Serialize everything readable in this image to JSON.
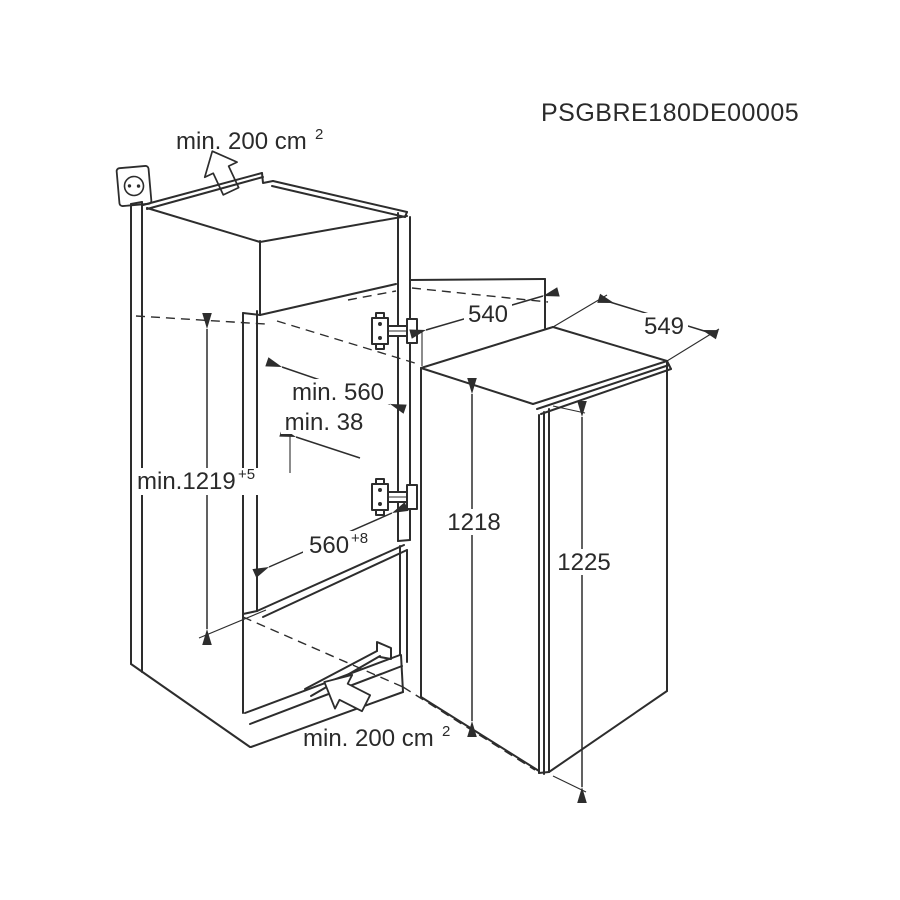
{
  "title": "PSGBRE180DE00005",
  "colors": {
    "line": "#2d2d2d",
    "text": "#2a2a2a",
    "background": "#ffffff"
  },
  "vents": {
    "top": {
      "label": "min. 200 cm",
      "sup": "2"
    },
    "bottom": {
      "label": "min. 200 cm",
      "sup": "2"
    }
  },
  "dimensions": {
    "door_width": {
      "value": "540"
    },
    "appliance_depth": {
      "value": "549"
    },
    "niche_depth": {
      "value": "min. 560"
    },
    "hinge_gap": {
      "value": "min. 38"
    },
    "niche_height": {
      "value": "min.1219",
      "sup": "+5"
    },
    "niche_width": {
      "value": "560",
      "sup": "+8"
    },
    "appliance_height": {
      "value": "1218"
    },
    "door_height": {
      "value": "1225"
    }
  },
  "icons": {
    "socket": "power-socket",
    "top_vent_arrow": "block-arrow-up",
    "bottom_vent_arrow": "block-arrow-up-left"
  }
}
